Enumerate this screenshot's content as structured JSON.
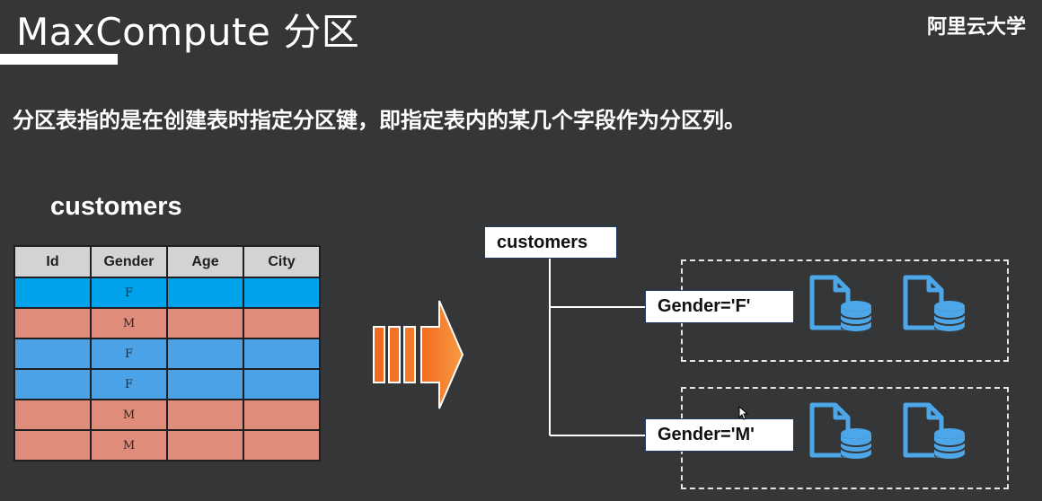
{
  "slide": {
    "title": "MaxCompute 分区",
    "brand": "阿里云大学",
    "description": "分区表指的是在创建表时指定分区键，即指定表内的某几个字段作为分区列。"
  },
  "table": {
    "name": "customers",
    "headers": [
      "Id",
      "Gender",
      "Age",
      "City"
    ],
    "rows": [
      {
        "id": "",
        "gender": "F",
        "age": "",
        "city": ""
      },
      {
        "id": "",
        "gender": "M",
        "age": "",
        "city": ""
      },
      {
        "id": "",
        "gender": "F",
        "age": "",
        "city": ""
      },
      {
        "id": "",
        "gender": "F",
        "age": "",
        "city": ""
      },
      {
        "id": "",
        "gender": "M",
        "age": "",
        "city": ""
      },
      {
        "id": "",
        "gender": "M",
        "age": "",
        "city": ""
      }
    ]
  },
  "tree": {
    "root": "customers",
    "partitions": [
      "Gender='F'",
      "Gender='M'"
    ]
  },
  "colors": {
    "background": "#343638",
    "row_f_highlight": "#00a2ec",
    "row_f": "#4ba2e6",
    "row_m": "#e08c7a",
    "arrow": "#f4822c",
    "file_icon": "#4ca6e8"
  },
  "icons": [
    "right-arrow-icon",
    "file-database-icon"
  ]
}
